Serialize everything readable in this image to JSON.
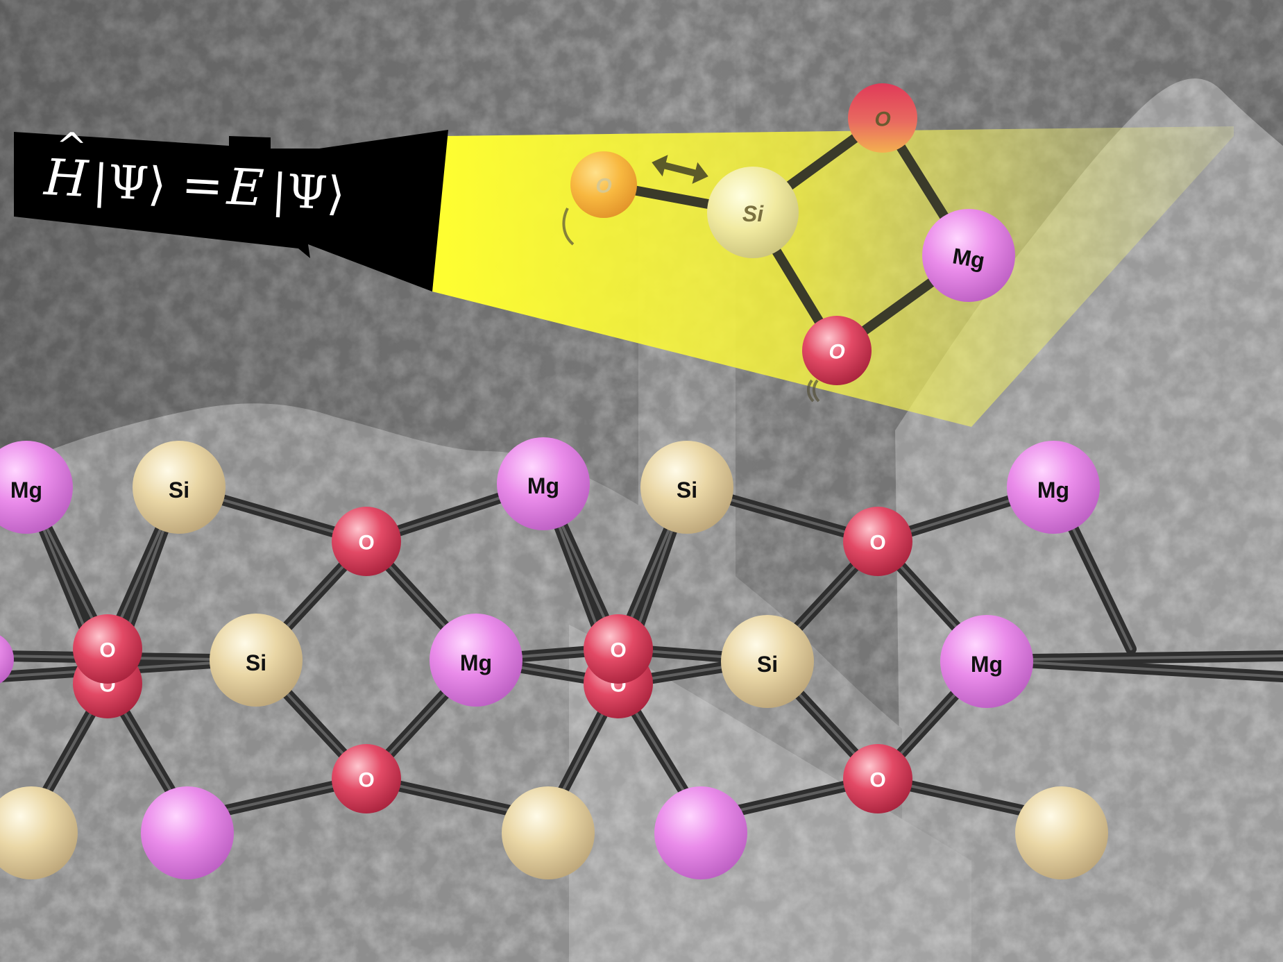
{
  "equation": {
    "H": "H",
    "hat": "^",
    "psi_ket_left": "|Ψ⟩",
    "equals": "=",
    "E": "E",
    "psi_ket_right": "|Ψ⟩"
  },
  "atoms": {
    "si": "Si",
    "mg": "Mg",
    "o": "O"
  },
  "colors": {
    "mg": "#e884e8",
    "si": "#e6d3a0",
    "o": "#e04060",
    "bond": "#3a3a3a",
    "beam": "#ffff40",
    "background": "#6f6f6f"
  },
  "icons": {
    "arrow": "double-headed-arrow-icon",
    "projector": "flashlight-icon"
  }
}
